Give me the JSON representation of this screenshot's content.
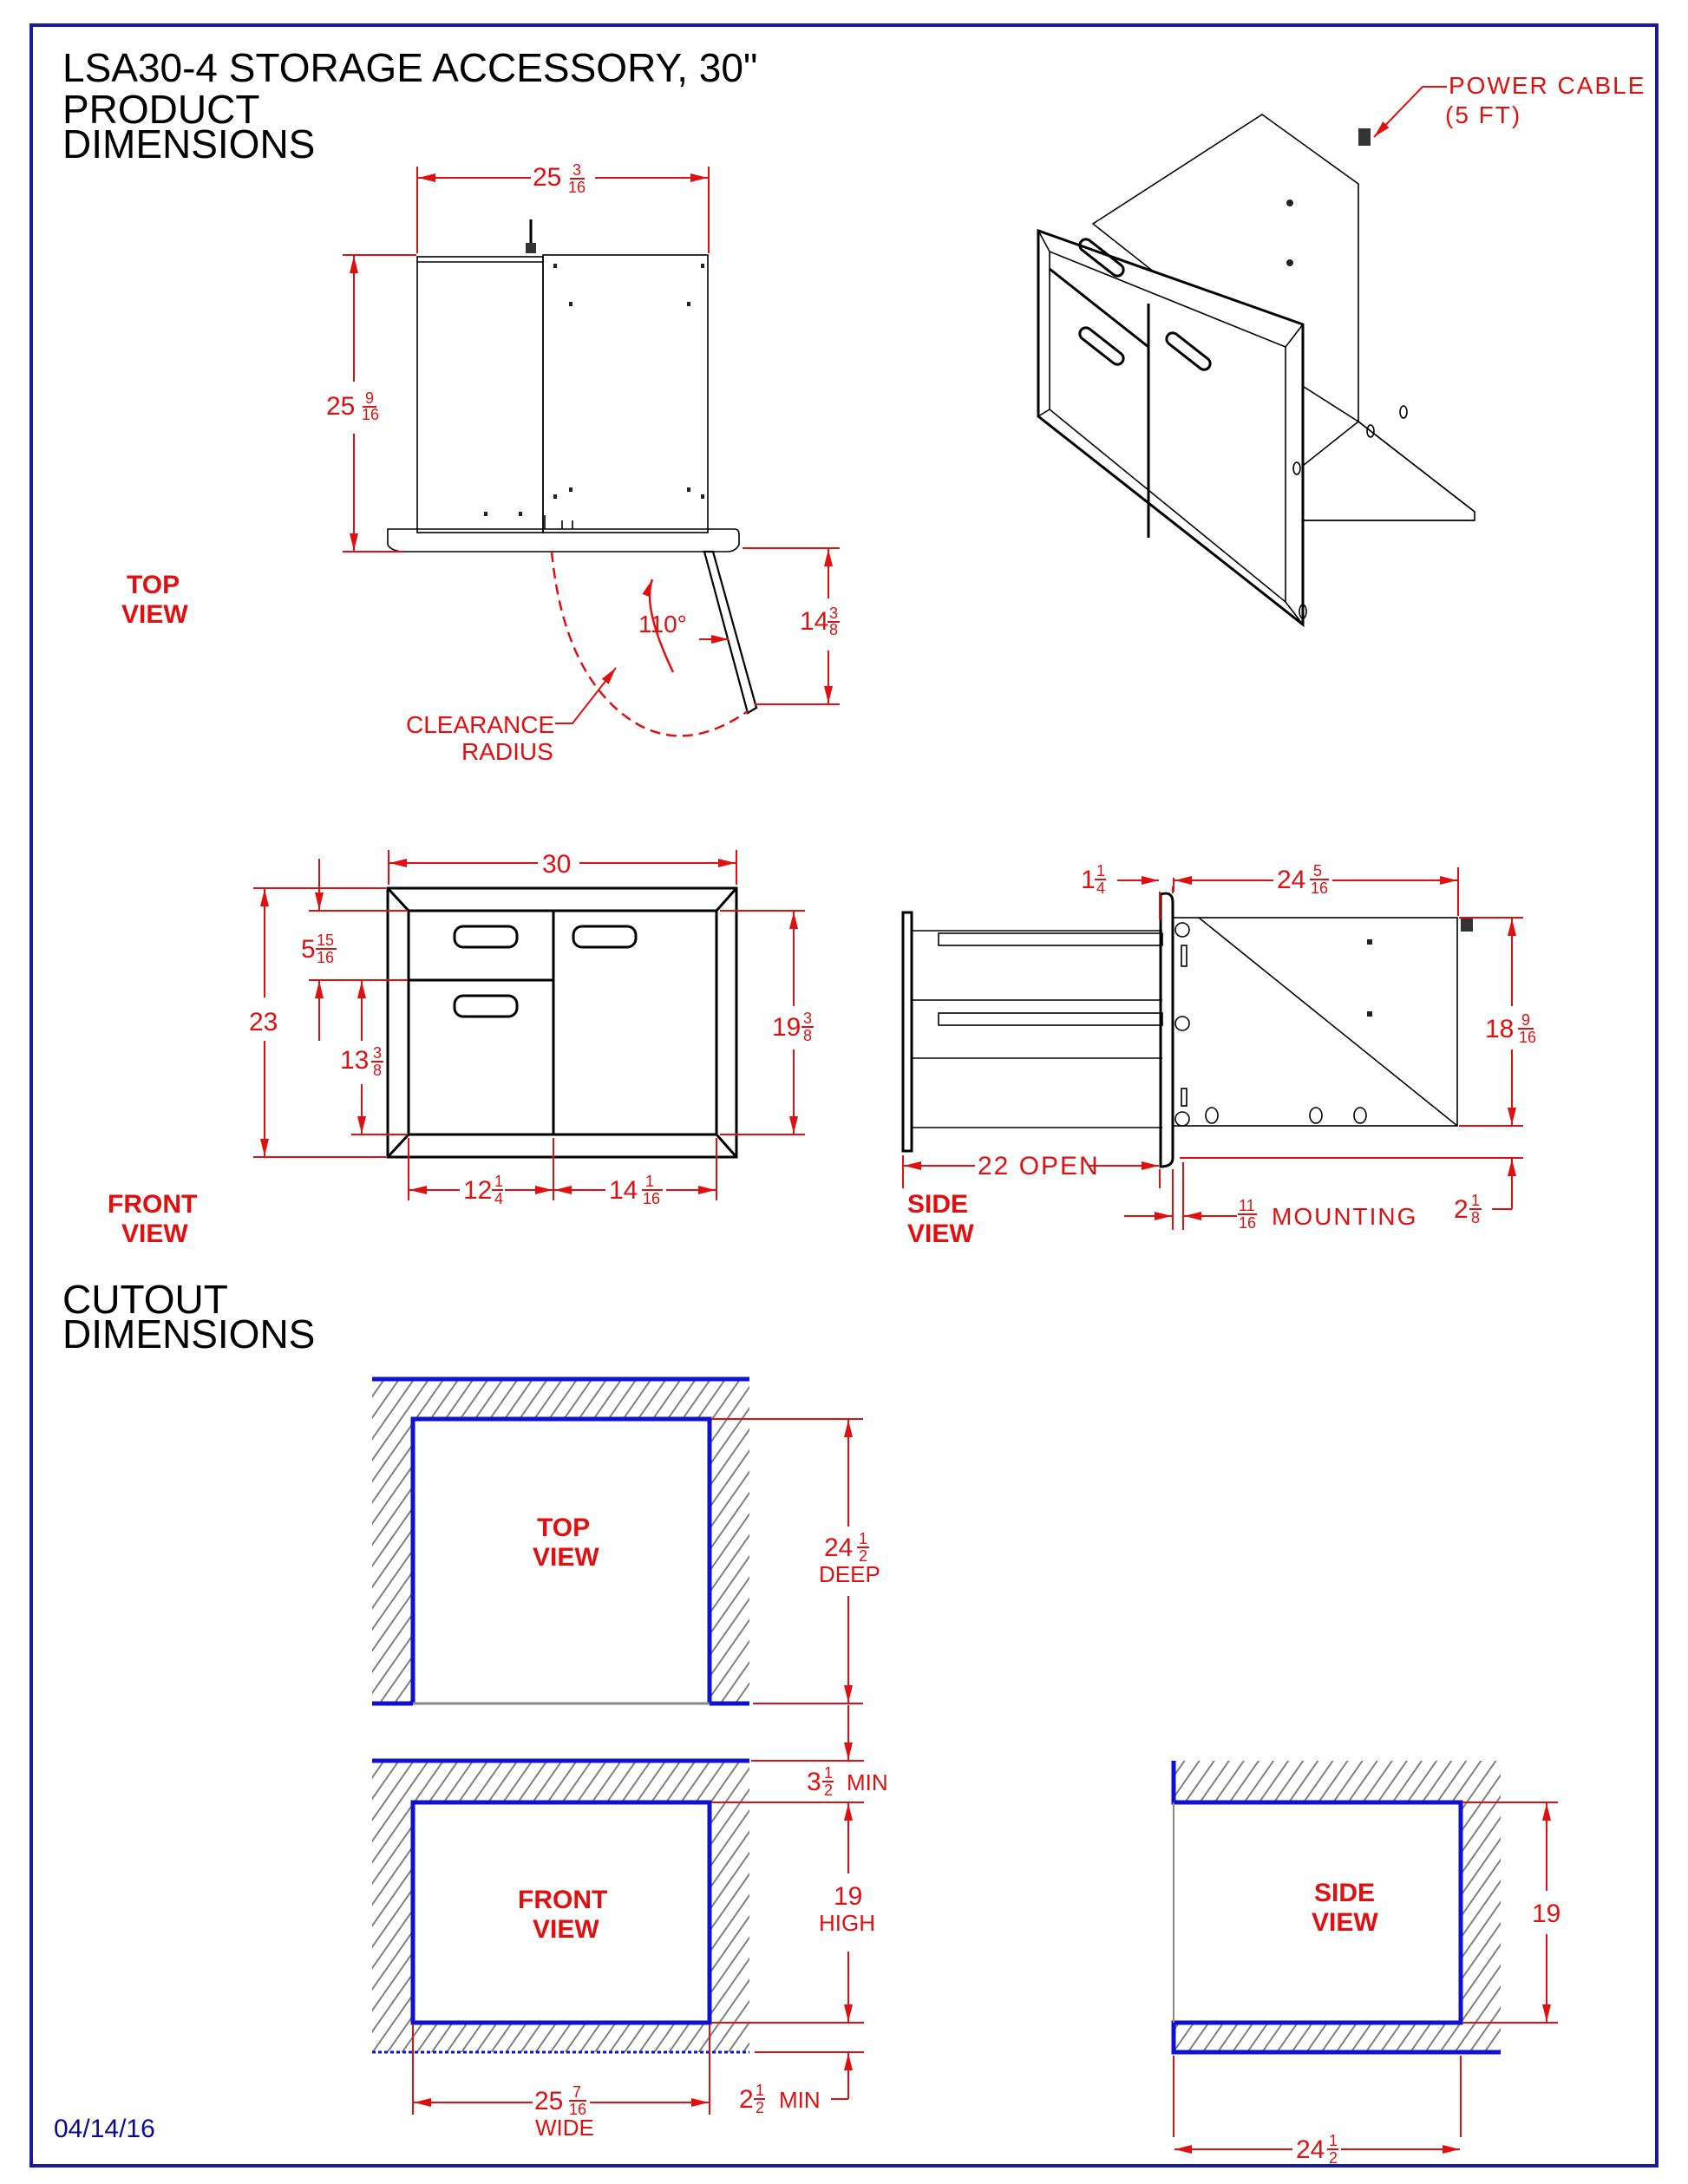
{
  "title": "LSA30-4  STORAGE ACCESSORY, 30\"",
  "sections": {
    "product": {
      "line1": "PRODUCT",
      "line2": "DIMENSIONS"
    },
    "cutout": {
      "line1": "CUTOUT",
      "line2": "DIMENSIONS"
    }
  },
  "colors": {
    "border": "#1a1aa0",
    "dimension": "#e01010",
    "cutout_edge": "#1010d0",
    "hatch": "#808080",
    "line": "#000000"
  },
  "product_top_view": {
    "label1": "TOP",
    "label2": "VIEW",
    "width": {
      "whole": "25",
      "num": "3",
      "den": "16"
    },
    "depth": {
      "whole": "25",
      "num": "9",
      "den": "16"
    },
    "door_swing": {
      "whole": "14",
      "num": "3",
      "den": "8"
    },
    "angle": "110°",
    "clearance1": "CLEARANCE",
    "clearance2": "RADIUS"
  },
  "isometric": {
    "cable1": "POWER CABLE",
    "cable2": "(5 FT)"
  },
  "product_front_view": {
    "label1": "FRONT",
    "label2": "VIEW",
    "width": "30",
    "height": "23",
    "drawer": {
      "whole": "5",
      "num": "15",
      "den": "16"
    },
    "lower_door": {
      "whole": "13",
      "num": "3",
      "den": "8"
    },
    "right_door": {
      "whole": "19",
      "num": "3",
      "den": "8"
    },
    "left_width": {
      "whole": "12",
      "num": "1",
      "den": "4"
    },
    "right_width": {
      "whole": "14",
      "num": "1",
      "den": "16"
    }
  },
  "product_side_view": {
    "label1": "SIDE",
    "label2": "VIEW",
    "flange": {
      "whole": "1",
      "num": "1",
      "den": "4"
    },
    "depth": {
      "whole": "24",
      "num": "5",
      "den": "16"
    },
    "height": {
      "whole": "18",
      "num": "9",
      "den": "16"
    },
    "open": "22 OPEN",
    "mounting": {
      "num": "11",
      "den": "16",
      "text": "MOUNTING"
    },
    "offset": {
      "whole": "2",
      "num": "1",
      "den": "8"
    }
  },
  "cutout_top_view": {
    "label1": "TOP",
    "label2": "VIEW",
    "depth": {
      "whole": "24",
      "num": "1",
      "den": "2",
      "text": "DEEP"
    }
  },
  "cutout_front_view": {
    "label1": "FRONT",
    "label2": "VIEW",
    "top_min": {
      "whole": "3",
      "num": "1",
      "den": "2",
      "text": "MIN"
    },
    "height": {
      "value": "19",
      "text": "HIGH"
    },
    "width": {
      "whole": "25",
      "num": "7",
      "den": "16",
      "text": "WIDE"
    },
    "bottom_min": {
      "whole": "2",
      "num": "1",
      "den": "2",
      "text": "MIN"
    }
  },
  "cutout_side_view": {
    "label1": "SIDE",
    "label2": "VIEW",
    "height": "19",
    "depth": {
      "whole": "24",
      "num": "1",
      "den": "2"
    }
  },
  "date": "04/14/16"
}
